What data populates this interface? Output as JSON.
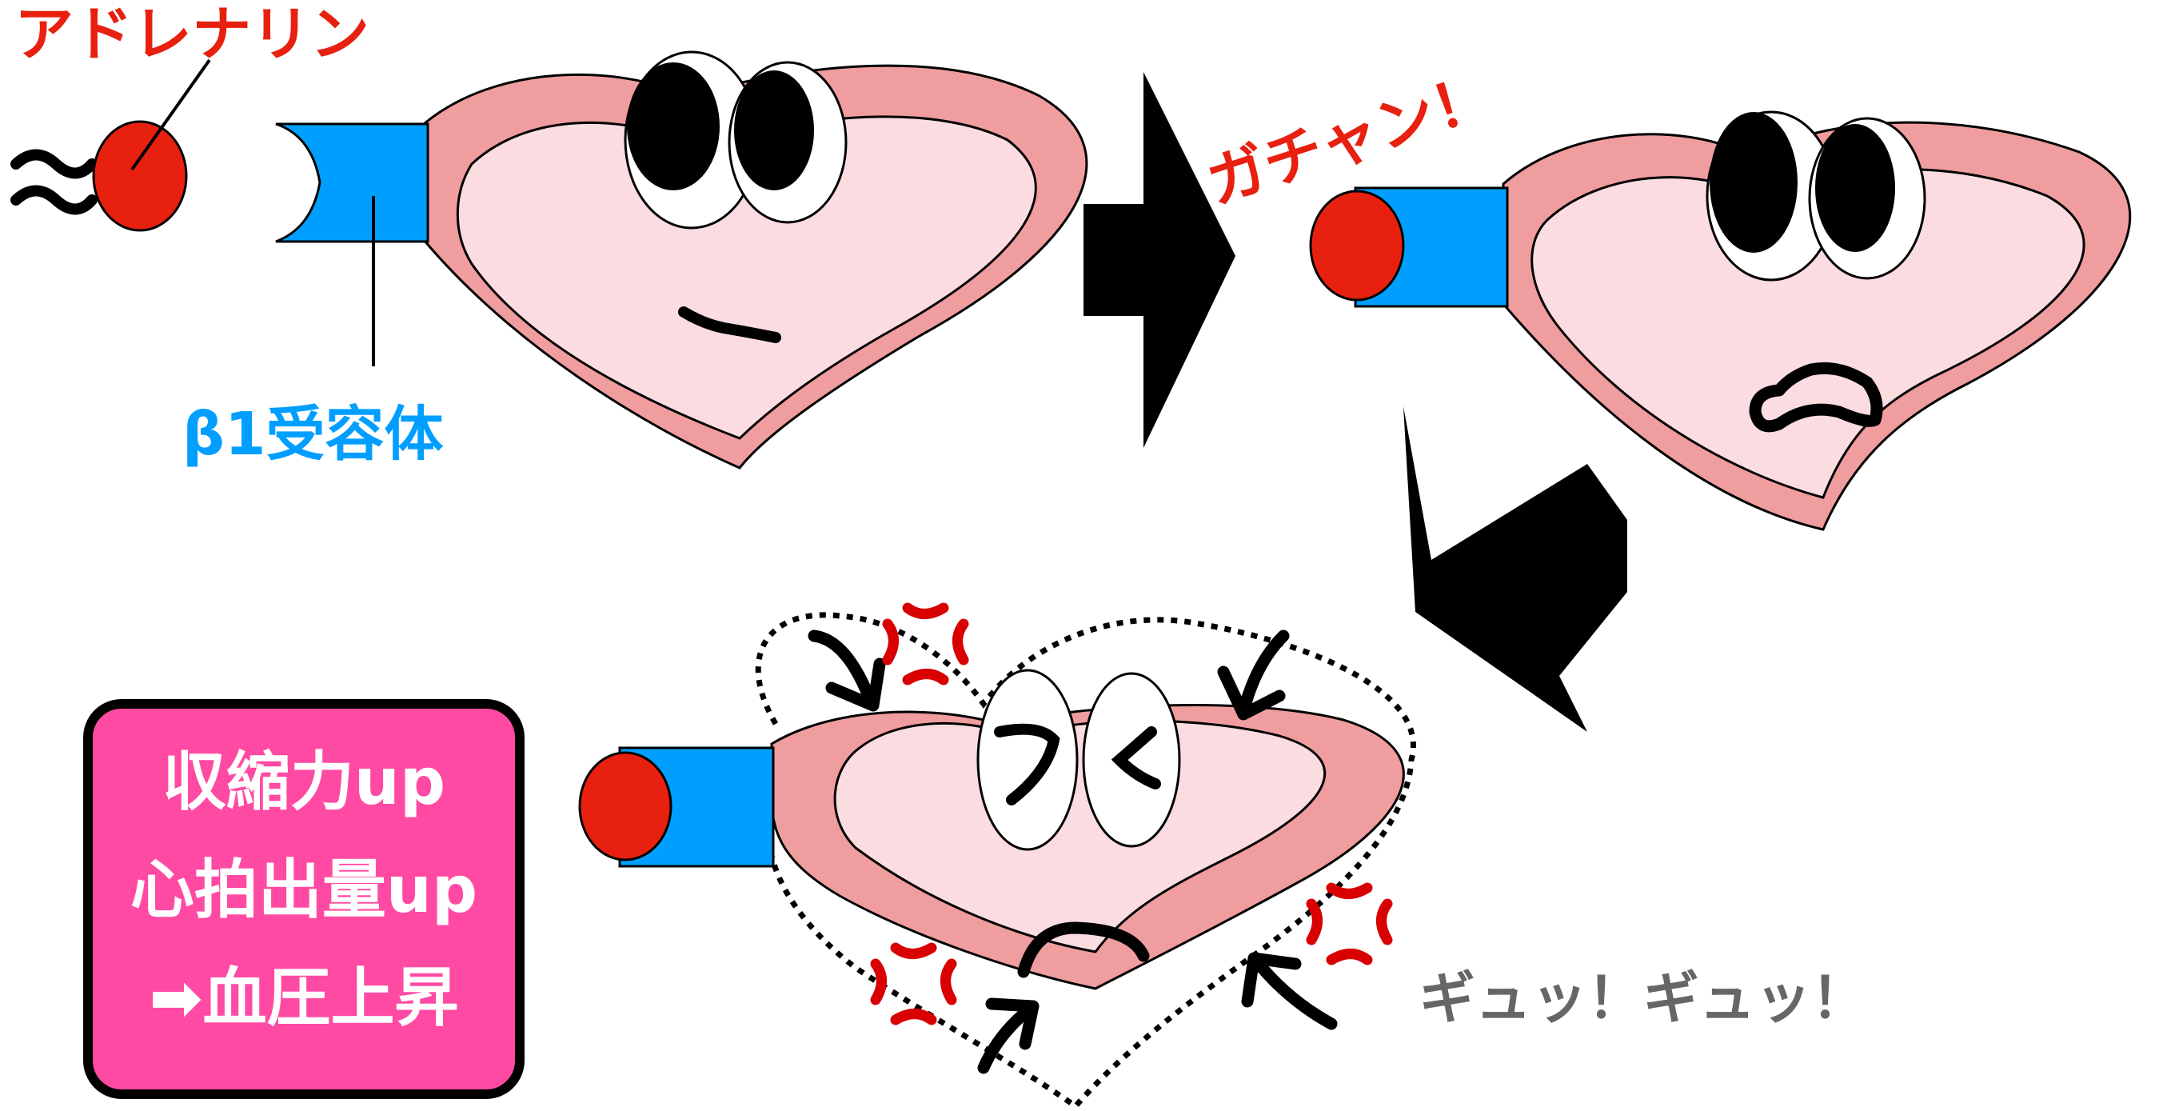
{
  "labels": {
    "adrenaline": "アドレナリン",
    "receptor": "β1受容体",
    "click_sound": "ガチャン！",
    "squeeze_sound": "ギュッ！ギュッ！"
  },
  "effect_box": {
    "line1": "収縮力up",
    "line2": "心拍出量up",
    "line3": "➡血圧上昇"
  },
  "colors": {
    "adrenaline_red": "#e8200f",
    "receptor_blue": "#009fff",
    "heart_outer": "#ef9d9f",
    "heart_inner": "#fbdce0",
    "effect_box_pink": "#ff4aa3",
    "anger_red": "#d80000",
    "sound_gray": "#666666"
  }
}
